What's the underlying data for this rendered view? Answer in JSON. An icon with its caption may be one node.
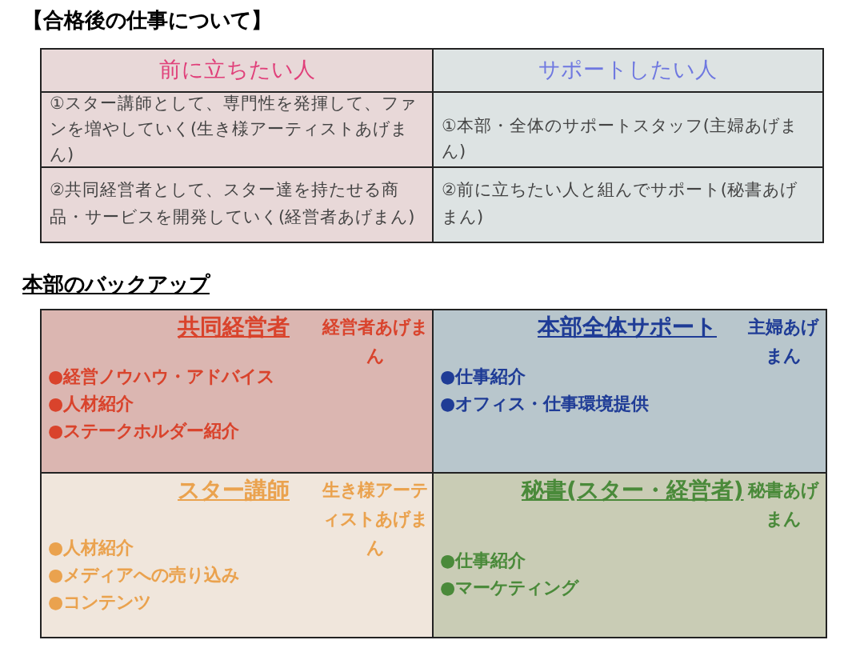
{
  "diagram": {
    "title": "【合格後の仕事について】",
    "nodes": [
      {
        "text": [
          "共同経営者",
          "経営者あげまん",
          "●経営ノウハウ・アドバイス",
          "●人材紹介",
          "●ステークホルダー紹介"
        ]
      },
      {
        "text": [
          "本部全体サポート",
          "主婦あげまん",
          "●仕事紹介",
          "●オフィス・仕事環境提供"
        ]
      },
      {
        "text": [
          "スター講師",
          "生き様アーティストあげまん",
          "●人材紹介",
          "●メディアへの売り込み",
          "●コンテンツ"
        ]
      },
      {
        "text": [
          "秘書(スター・経営者)",
          "秘書あげまん",
          "●仕事紹介",
          "●マーケティング"
        ]
      }
    ],
    "labels": [
      "前に立ちたい人",
      "サポートしたい人",
      "①スター講師として、専門性を発揮して、ファンを増やしていく(生き様アーティストあげまん)",
      "①本部・全体のサポートスタッフ(主婦あげまん)",
      "②共同経営者として、スター達を持たせる商品・サービスを開発していく(経営者あげまん)",
      "②前に立ちたい人と組んでサポート(秘書あげまん)",
      "本部のバックアップ"
    ]
  }
}
